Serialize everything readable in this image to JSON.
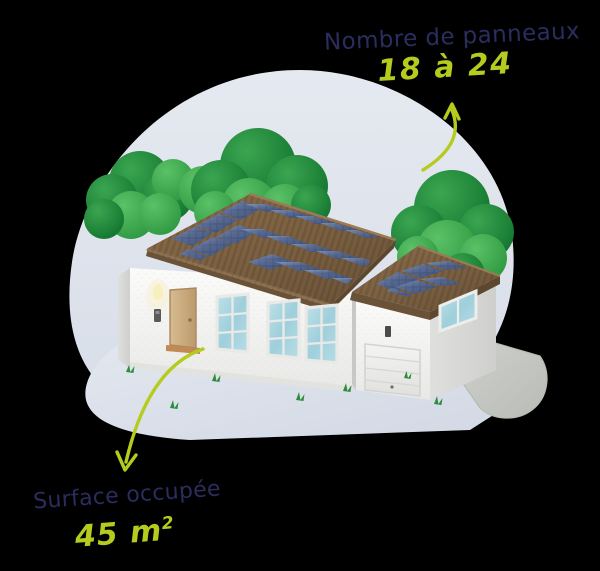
{
  "scene": {
    "title": "Maison avec panneaux solaires en toiture",
    "background_blob_color": "#dfe5ed",
    "ground_color": "#dde3ec",
    "path_shadow_color": "#c9cbc6"
  },
  "annotations": [
    {
      "id": "panels",
      "label": "Nombre de panneaux",
      "value": "18 à 24",
      "label_color": "#2b2d5e",
      "value_color": "#b5cc1e",
      "arrow": "curved-arrow-up-right",
      "position": "top-right"
    },
    {
      "id": "surface",
      "label": "Surface occupée",
      "value_number": "45 m",
      "value_unit": "2",
      "label_color": "#2b2d5e",
      "value_color": "#b5cc1e",
      "arrow": "curved-arrow-down-left",
      "position": "bottom-left"
    }
  ],
  "house": {
    "wall_color": "#f2f2f0",
    "wall_shadow_color": "#dcdcda",
    "roof_tile_color": "#7d6242",
    "roof_tile_dark": "#5d482f",
    "panel_color": "#3d4e78",
    "panel_color_light": "#6c7fa6",
    "door_color": "#c9a97e",
    "window_glass_color": "#a9d7e0",
    "garage_door_color": "#ececea",
    "main_roof_panel_rows": 2,
    "main_roof_panel_cols": 9,
    "garage_roof_panel_rows": 2,
    "garage_roof_panel_cols": 3,
    "windows": 3,
    "doors": 1,
    "garage_doors": 1
  },
  "trees": [
    {
      "id": "tree-left",
      "dark": "#2e9444",
      "light": "#47b257"
    },
    {
      "id": "tree-center",
      "dark": "#18813a",
      "light": "#3faa4e"
    },
    {
      "id": "tree-right",
      "dark": "#1f8c3f",
      "light": "#46b054"
    }
  ],
  "grass_tufts": 7
}
